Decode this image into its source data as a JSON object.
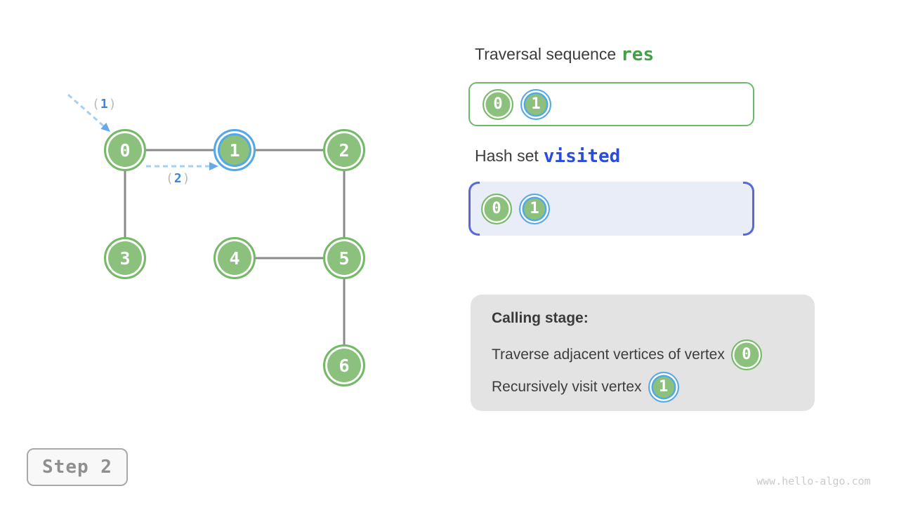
{
  "graph": {
    "nodes": [
      {
        "label": "0",
        "state": "visited"
      },
      {
        "label": "1",
        "state": "current"
      },
      {
        "label": "2",
        "state": "unvisited"
      },
      {
        "label": "3",
        "state": "unvisited"
      },
      {
        "label": "4",
        "state": "unvisited"
      },
      {
        "label": "5",
        "state": "unvisited"
      },
      {
        "label": "6",
        "state": "unvisited"
      }
    ],
    "edges": [
      "0-1",
      "1-2",
      "0-3",
      "2-5",
      "4-5",
      "5-6"
    ],
    "annotations": [
      {
        "open": "(",
        "value": "1",
        "close": ")"
      },
      {
        "open": "(",
        "value": "2",
        "close": ")"
      }
    ]
  },
  "panels": {
    "traversal": {
      "title": "Traversal sequence",
      "variable": "res",
      "items": [
        {
          "label": "0",
          "state": "visited"
        },
        {
          "label": "1",
          "state": "current"
        }
      ]
    },
    "visited": {
      "title": "Hash set",
      "variable": "visited",
      "items": [
        {
          "label": "0",
          "state": "visited"
        },
        {
          "label": "1",
          "state": "current"
        }
      ]
    },
    "calling": {
      "title": "Calling stage:",
      "lines": [
        {
          "text": "Traverse adjacent vertices of vertex",
          "badge": "0",
          "badge_state": "visited"
        },
        {
          "text": "Recursively visit vertex",
          "badge": "1",
          "badge_state": "current"
        }
      ]
    }
  },
  "footer": {
    "step": "Step 2",
    "watermark": "www.hello-algo.com"
  },
  "colors": {
    "node_fill": "#8cc17d",
    "node_border": "#74ba66",
    "highlight_blue": "#55a8e6",
    "edge_grey": "#8a8a8a",
    "arrow_dash_blue": "#a5d0f3",
    "arrow_head_blue": "#68a9e6",
    "annotation_number_blue": "#3a86d8",
    "annotation_paren_grey": "#b9b9b9",
    "res_text_green": "#43a047",
    "visited_text_blue": "#2b4bdb",
    "seq_box_border_green": "#6cbb6c",
    "hash_box_bg": "#e9edf8",
    "hash_bracket_blue": "#5868d6",
    "calling_box_bg": "#e3e3e3",
    "body_text": "#3d3d3d",
    "step_text_grey": "#8f8f8f",
    "watermark_grey": "#cbcbcb"
  }
}
